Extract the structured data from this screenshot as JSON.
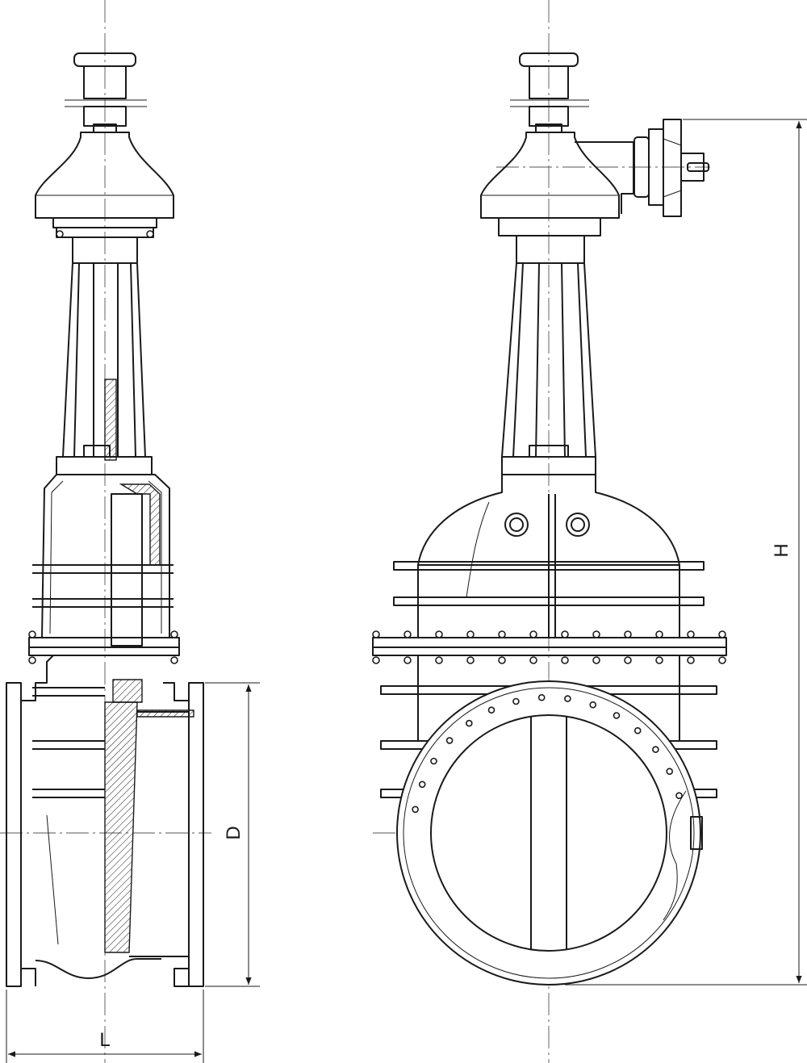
{
  "drawing": {
    "labels": {
      "length": "L",
      "diameter": "D",
      "height": "H"
    }
  }
}
